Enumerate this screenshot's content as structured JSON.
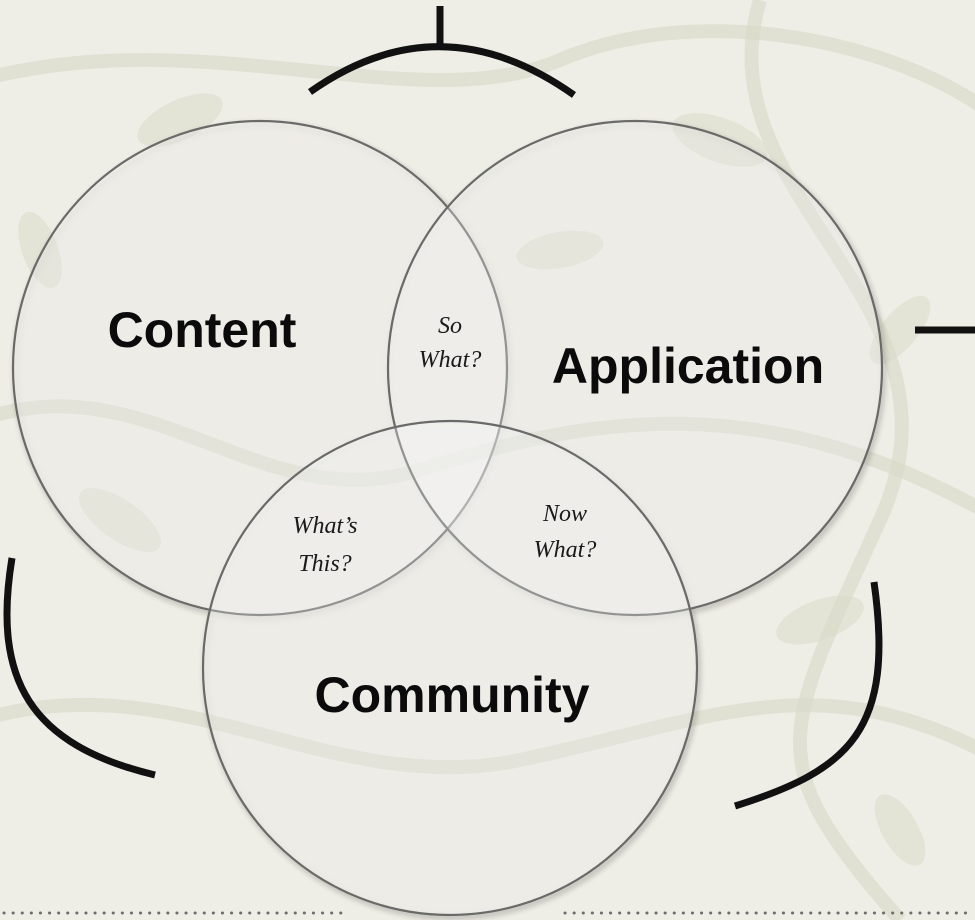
{
  "circles": {
    "content": "Content",
    "application": "Application",
    "community": "Community"
  },
  "intersections": {
    "so_what": [
      "So",
      "What?"
    ],
    "whats_this": [
      "What’s",
      "This?"
    ],
    "now_what": [
      "Now",
      "What?"
    ]
  },
  "colors": {
    "background": "#efeee6",
    "circle_stroke": "#6a6a68",
    "bracket": "#111111",
    "text": "#0b0b0b"
  }
}
